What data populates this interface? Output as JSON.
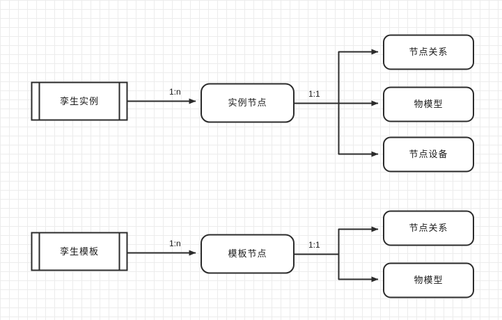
{
  "diagram": {
    "type": "entity-relationship-flow",
    "background": {
      "grid": true,
      "minor_grid_color": "#ececec",
      "major_grid_color": "#e2e2e2",
      "canvas_color": "#ffffff"
    },
    "stroke_color": "#2b2b2b",
    "fill_color": "#ffffff",
    "groups": [
      {
        "id": "instance-group",
        "source": {
          "id": "twin-instance",
          "label": "孪生实例",
          "shape": "process-box"
        },
        "middle": {
          "id": "instance-node",
          "label": "实例节点",
          "shape": "rounded-rect"
        },
        "source_edge_label": "1:n",
        "fan_edge_label": "1:1",
        "targets": [
          {
            "id": "node-relation-1",
            "label": "节点关系",
            "shape": "rounded-rect"
          },
          {
            "id": "thing-model-1",
            "label": "物模型",
            "shape": "rounded-rect"
          },
          {
            "id": "node-device",
            "label": "节点设备",
            "shape": "rounded-rect"
          }
        ]
      },
      {
        "id": "template-group",
        "source": {
          "id": "twin-template",
          "label": "孪生模板",
          "shape": "process-box"
        },
        "middle": {
          "id": "template-node",
          "label": "模板节点",
          "shape": "rounded-rect"
        },
        "source_edge_label": "1:n",
        "fan_edge_label": "1:1",
        "targets": [
          {
            "id": "node-relation-2",
            "label": "节点关系",
            "shape": "rounded-rect"
          },
          {
            "id": "thing-model-2",
            "label": "物模型",
            "shape": "rounded-rect"
          }
        ]
      }
    ]
  }
}
